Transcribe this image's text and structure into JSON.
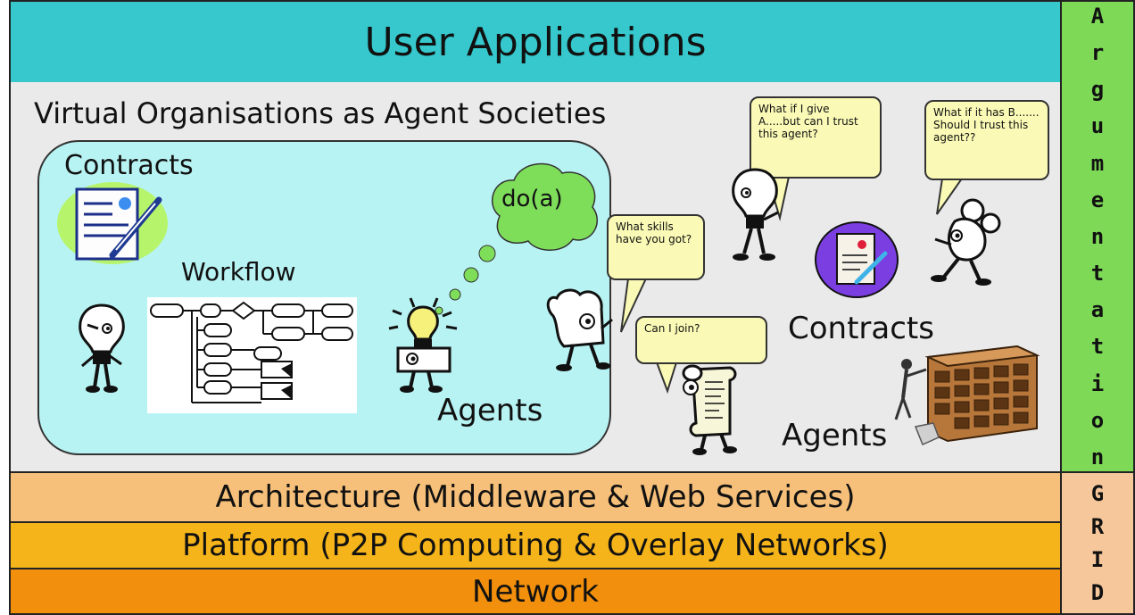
{
  "layers": {
    "user_applications": "User Applications",
    "architecture": "Architecture (Middleware & Web Services)",
    "platform": "Platform (P2P Computing & Overlay Networks)",
    "network": "Network"
  },
  "side_columns": {
    "argumentation_letters": [
      "A",
      "r",
      "g",
      "u",
      "m",
      "e",
      "n",
      "t",
      "a",
      "t",
      "i",
      "o",
      "n"
    ],
    "grid_letters": [
      "G",
      "R",
      "I",
      "D"
    ]
  },
  "virtual_orgs": {
    "title": "Virtual Organisations as Agent Societies",
    "contracts_label": "Contracts",
    "workflow_label": "Workflow",
    "agents_label": "Agents",
    "thought_text": "do(a)"
  },
  "outside": {
    "contracts_label": "Contracts",
    "agents_label": "Agents"
  },
  "bubbles": {
    "skills": "What skills have you got?",
    "join": "Can I join?",
    "trust_1": "What if I give A.....but can I trust this agent?",
    "trust_2": "What if it has B....... Should I trust this agent??"
  },
  "colors": {
    "user_applications": "#36c8cc",
    "main_background": "#ebeaea",
    "vo_box": "#b8f3f3",
    "architecture": "#f6c07a",
    "platform": "#f5b41a",
    "network": "#f28f0c",
    "argumentation": "#7ed957",
    "grid": "#f6c79a",
    "speech_bubble": "#fafab6",
    "thought_cloud": "#7ede5a"
  }
}
